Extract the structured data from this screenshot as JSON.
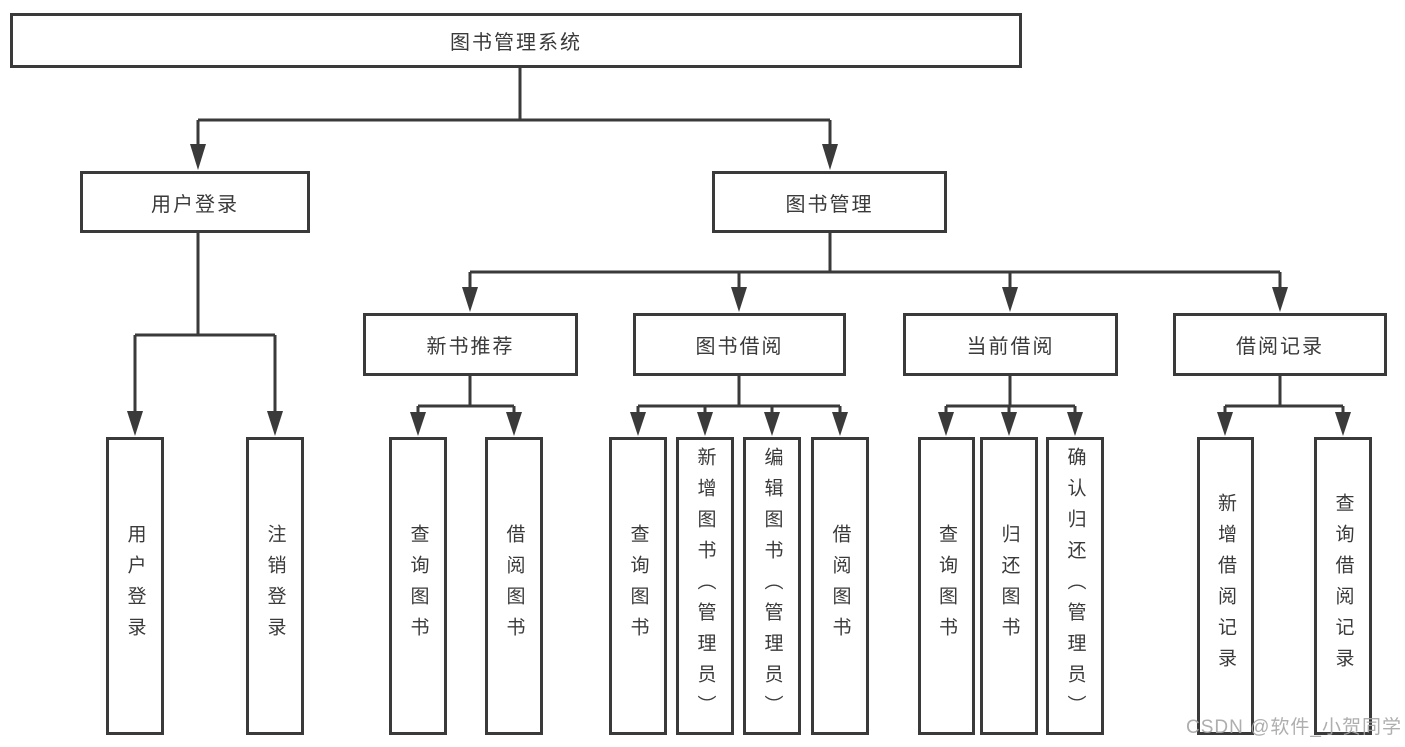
{
  "diagram_type": "functional-structure-tree",
  "tree": {
    "root": {
      "label": "图书管理系统"
    },
    "branches": [
      {
        "label": "用户登录",
        "children": [
          {
            "label": "用户登录"
          },
          {
            "label": "注销登录"
          }
        ]
      },
      {
        "label": "图书管理",
        "children": [
          {
            "label": "新书推荐",
            "children": [
              {
                "label": "查询图书"
              },
              {
                "label": "借阅图书"
              }
            ]
          },
          {
            "label": "图书借阅",
            "children": [
              {
                "label": "查询图书"
              },
              {
                "label": "新增图书（管理员）"
              },
              {
                "label": "编辑图书（管理员）"
              },
              {
                "label": "借阅图书"
              }
            ]
          },
          {
            "label": "当前借阅",
            "children": [
              {
                "label": "查询图书"
              },
              {
                "label": "归还图书"
              },
              {
                "label": "确认归还（管理员）"
              }
            ]
          },
          {
            "label": "借阅记录",
            "children": [
              {
                "label": "新增借阅记录"
              },
              {
                "label": "查询借阅记录"
              }
            ]
          }
        ]
      }
    ]
  },
  "watermark": {
    "text": "CSDN @软件_小贺同学",
    "color": "#a5a5a5"
  },
  "colors": {
    "line": "#3a3a3a",
    "box_border": "#3a3a3a",
    "text": "#3a3a3a",
    "background": "#ffffff"
  }
}
